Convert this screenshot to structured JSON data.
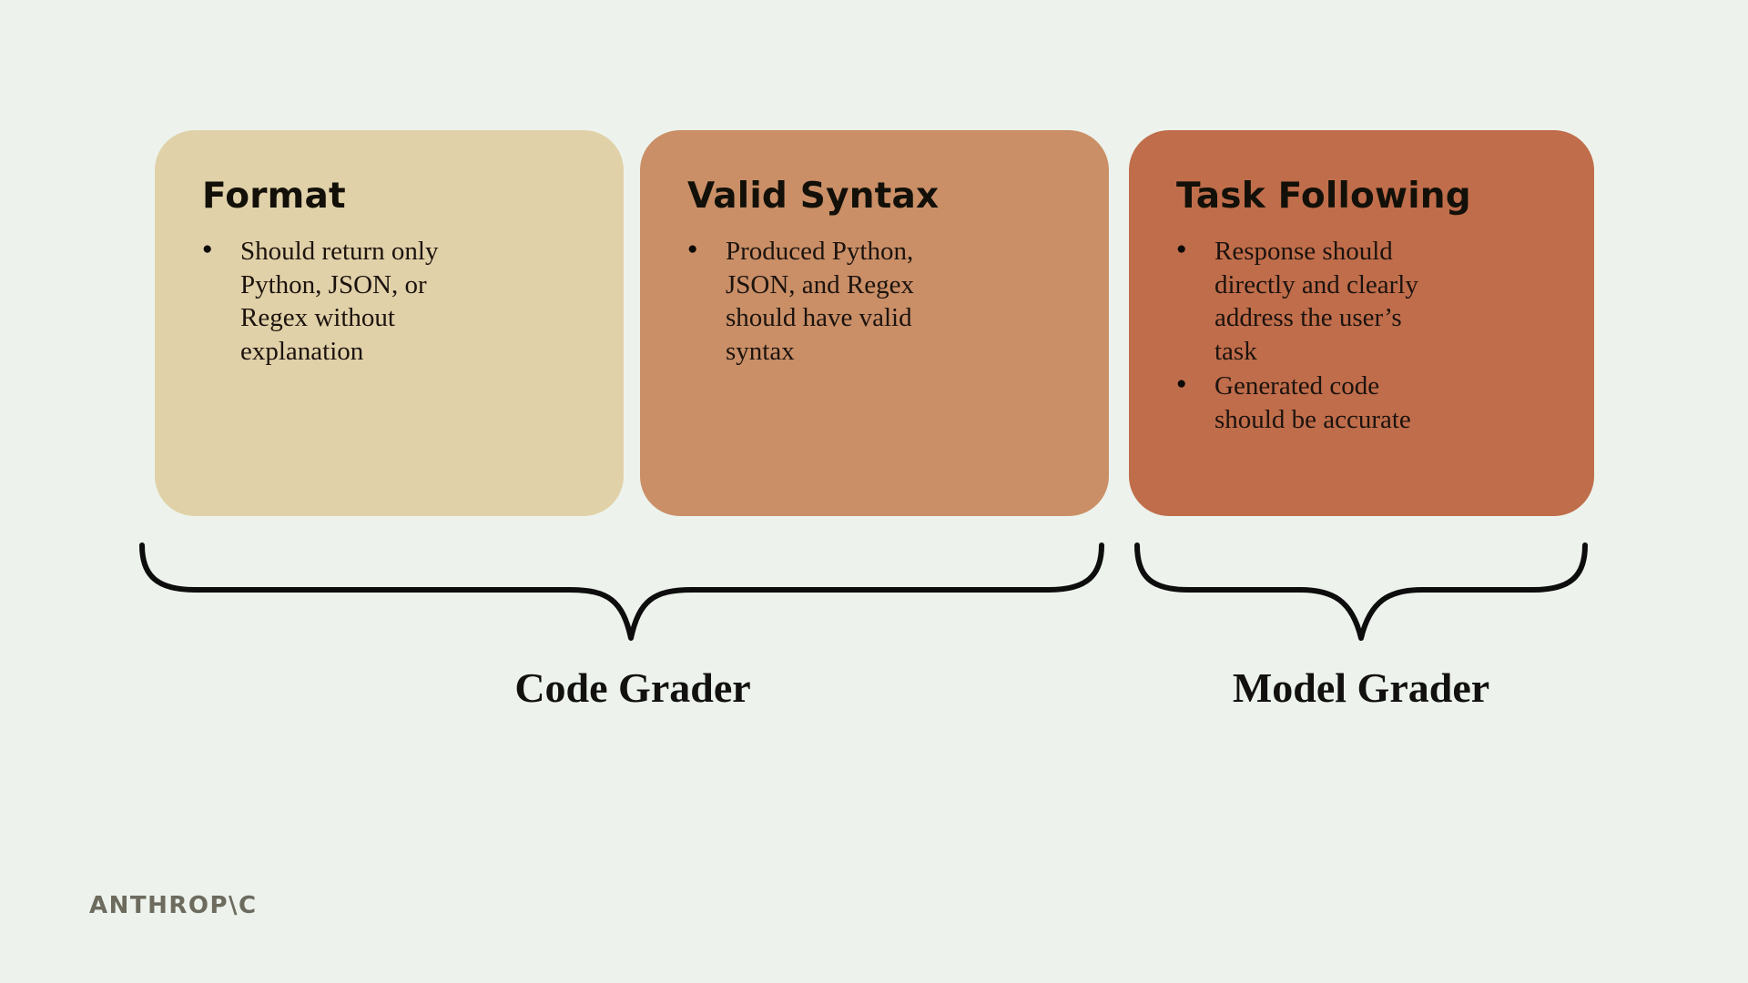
{
  "colors": {
    "bg": "#edf3ec",
    "card1": "#e1d1a9",
    "card2": "#ca8f67",
    "card3": "#c06d4b",
    "text": "#181310",
    "brace": "#0d0d0d",
    "logo": "#6c6b5e"
  },
  "cards": [
    {
      "title": "Format",
      "bullets": [
        "Should return only Python, JSON, or Regex without explanation"
      ]
    },
    {
      "title": "Valid Syntax",
      "bullets": [
        "Produced Python, JSON, and Regex should have valid syntax"
      ]
    },
    {
      "title": "Task Following",
      "bullets": [
        "Response should directly and clearly address the user’s task",
        "Generated code should be accurate"
      ]
    }
  ],
  "groups": [
    {
      "label": "Code Grader"
    },
    {
      "label": "Model Grader"
    }
  ],
  "logo": "ANTHROP\\C"
}
